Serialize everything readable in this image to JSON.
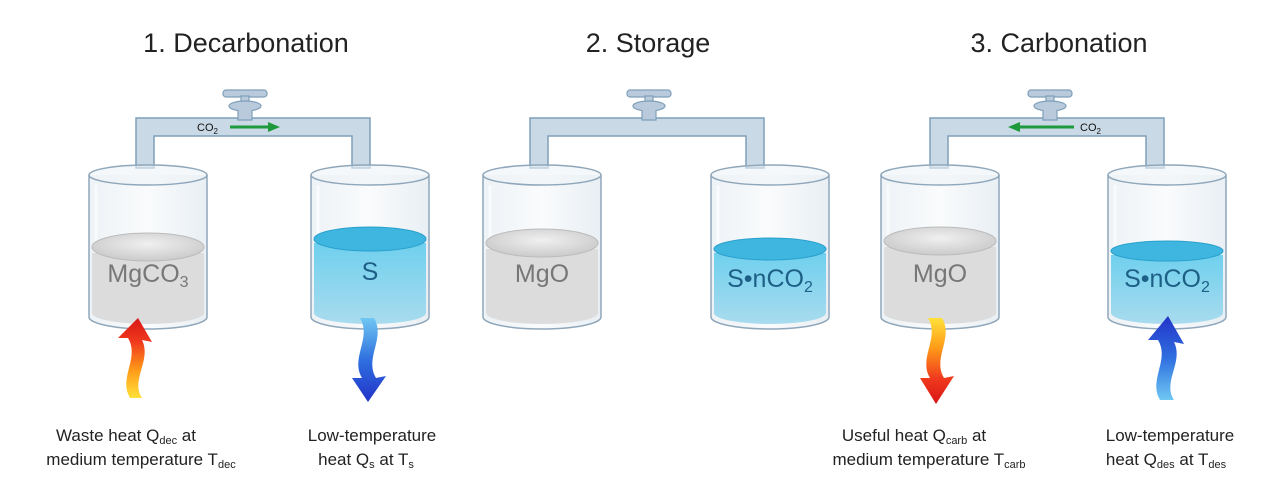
{
  "panels": [
    {
      "title": "1. Decarbonation",
      "left_label": "MgCO",
      "left_label_sub": "3",
      "right_label": "S",
      "right_label_sub": "",
      "flow": "CO",
      "flow_sub": "2",
      "left_caption": {
        "l1a": "Waste heat Q",
        "l1s": "dec",
        "l1b": " at",
        "l2a": "medium temperature T",
        "l2s": "dec"
      },
      "right_caption": {
        "l1": "Low-temperature",
        "l2a": "heat Q",
        "l2s1": "s",
        "l2b": " at T",
        "l2s2": "s"
      }
    },
    {
      "title": "2. Storage",
      "left_label": "MgO",
      "right_label": "S•nCO",
      "right_label_sub": "2"
    },
    {
      "title": "3. Carbonation",
      "left_label": "MgO",
      "right_label": "S•nCO",
      "right_label_sub": "2",
      "flow": "CO",
      "flow_sub": "2",
      "left_caption": {
        "l1a": "Useful heat Q",
        "l1s": "carb",
        "l1b": " at",
        "l2a": "medium temperature T",
        "l2s": "carb"
      },
      "right_caption": {
        "l1": "Low-temperature",
        "l2a": "heat Q",
        "l2s1": "des",
        "l2b": " at T",
        "l2s2": "des"
      }
    }
  ],
  "colors": {
    "pipe": "#a9c3d8",
    "pipe_outline": "#7f9fb9",
    "water": "#4fc0e4",
    "powder": "#d4d4d4",
    "hot_arrow": "#e8281c",
    "cold_arrow": "#2540d8",
    "flow_arrow": "#1e9a3c"
  }
}
